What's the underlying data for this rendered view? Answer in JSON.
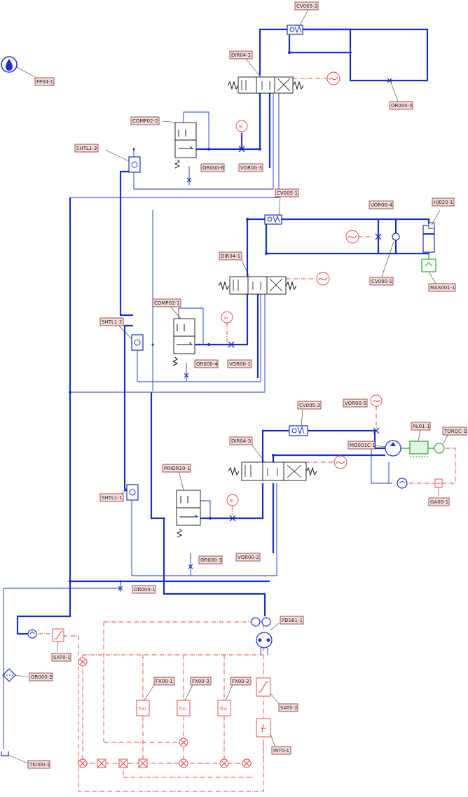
{
  "labels": {
    "fp04_1": "FP04-1",
    "cv005_2": "CV005-2",
    "dir04_2": "DIR04-2",
    "or000_5": "OR000-5",
    "comp02_2": "COMP02-2",
    "shtl1_3": "SHTL1-3",
    "or000_6": "OR000-6",
    "vor00_3": "VOR00-3",
    "cv005_1": "CV005-1",
    "vor00_4": "VOR00-4",
    "hj020_1": "HJ020-1",
    "dir04_1": "DIR04-1",
    "cv000_1": "CV000-1",
    "mas001_1": "MAS001-1",
    "comp02_1": "COMP02-1",
    "shtl1_2": "SHTL1-2",
    "or000_4": "OR000-4",
    "vor00_1": "VOR00-1",
    "cv005_3": "CV005-3",
    "vor00_5": "VOR00-5",
    "rl01_1": "RL01-1",
    "mo001c_1": "MO001C-1",
    "torqc_1": "TORQC-1",
    "dir04_3": "DIR04-3",
    "ga00_1": "GA00-1",
    "prior10_1": "PRIOR10-1",
    "shtl1_1": "SHTL1-1",
    "or000_3": "OR000-3",
    "vor00_2": "VOR00-2",
    "or000_1": "OR000-1",
    "pds61_1": "PDS61-1",
    "sat0_1": "SAT0-1",
    "or000_2": "OR000-2",
    "fx00_1": "FX00-1",
    "fx00_3": "FX00-3",
    "fx00_2": "FX00-2",
    "sat0_2": "SAT0-2",
    "int0_1": "INT0-1",
    "tk000_1": "TK000-1"
  },
  "colors": {
    "hydraulic": "#1b2fbf",
    "signal": "#e04040",
    "mechanical": "#1aa01a",
    "label_fill": "#f7dcdc",
    "label_border": "#7a3030"
  },
  "icons": [
    "fluid-drop-icon",
    "check-valve-icon",
    "directional-valve-icon",
    "shuttle-valve-icon",
    "orifice-icon",
    "signal-source-icon",
    "pump-icon",
    "motor-icon",
    "jack-icon",
    "tank-icon",
    "filter-icon"
  ]
}
